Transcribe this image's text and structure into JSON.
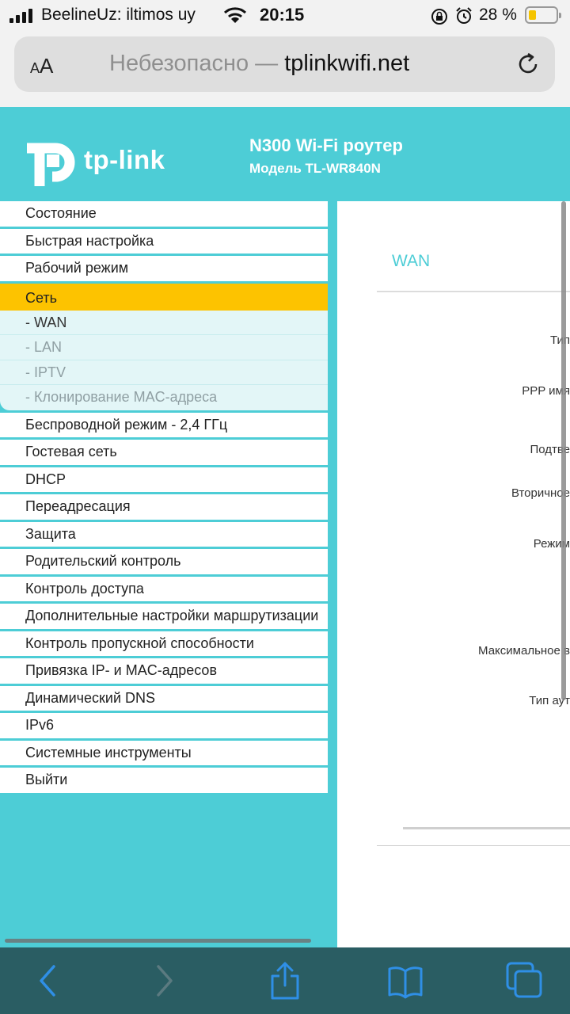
{
  "status_bar": {
    "carrier": "BeelineUz: iltimos uy",
    "time": "20:15",
    "battery_percent": "28 %",
    "battery_level": 0.28,
    "icons": [
      "signal-icon",
      "wifi-icon",
      "orientation-lock-icon",
      "alarm-icon",
      "battery-icon"
    ]
  },
  "browser": {
    "text_size_label": "AA",
    "security_label": "Небезопасно — ",
    "domain": "tplinkwifi.net",
    "reload_icon": "reload-icon"
  },
  "header": {
    "logo_text": "tp-link",
    "model_title": "N300 Wi-Fi роутер",
    "model_subtitle": "Модель TL-WR840N"
  },
  "menu": {
    "items_before": [
      {
        "label": "Состояние"
      },
      {
        "label": "Быстрая настройка"
      },
      {
        "label": "Рабочий режим"
      }
    ],
    "active": {
      "label": "Сеть"
    },
    "submenu": [
      {
        "label": "- WAN",
        "current": true
      },
      {
        "label": "- LAN",
        "current": false
      },
      {
        "label": "- IPTV",
        "current": false
      },
      {
        "label": "- Клонирование MAC-адреса",
        "current": false
      }
    ],
    "items_after": [
      {
        "label": "Беспроводной режим - 2,4 ГГц"
      },
      {
        "label": "Гостевая сеть"
      },
      {
        "label": "DHCP"
      },
      {
        "label": "Переадресация"
      },
      {
        "label": "Защита"
      },
      {
        "label": "Родительский контроль"
      },
      {
        "label": "Контроль доступа"
      },
      {
        "label": "Дополнительные настройки маршрутизации"
      },
      {
        "label": "Контроль пропускной способности"
      },
      {
        "label": "Привязка IP- и MAC-адресов"
      },
      {
        "label": "Динамический DNS"
      },
      {
        "label": "IPv6"
      },
      {
        "label": "Системные инструменты"
      },
      {
        "label": "Выйти"
      }
    ]
  },
  "content": {
    "section_title": "WAN",
    "field_labels": [
      "Тип",
      "PPP имя",
      "Подтве",
      "Вторичное",
      "Режим",
      "Максимальное в",
      "Тип аут"
    ]
  },
  "toolbar": {
    "icons": [
      "back-icon",
      "forward-icon",
      "share-icon",
      "bookmarks-icon",
      "tabs-icon"
    ]
  },
  "colors": {
    "brand": "#4dcdd6",
    "active_menu": "#fdc300",
    "toolbar": "#2a5d63",
    "toolbar_icon": "#2f8fe6"
  }
}
